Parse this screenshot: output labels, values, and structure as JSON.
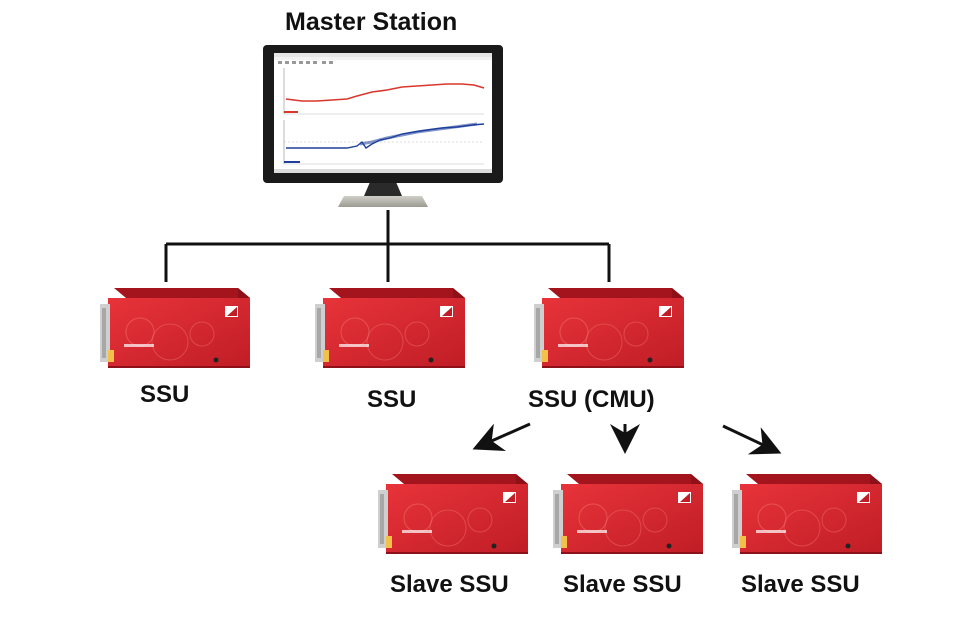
{
  "master": {
    "title": "Master Station"
  },
  "colors": {
    "unit_red": "#d8262f",
    "unit_dark": "#a3141d",
    "line": "#111111",
    "screen_red": "#d9362c",
    "screen_blue": "#1f3f9c"
  },
  "ssu_row": [
    {
      "label": "SSU"
    },
    {
      "label": "SSU"
    },
    {
      "label": "SSU (CMU)"
    }
  ],
  "slave_row": [
    {
      "label": "Slave SSU"
    },
    {
      "label": "Slave SSU"
    },
    {
      "label": "Slave SSU"
    }
  ],
  "icons": [
    "monitor-icon",
    "ssu-device-icon",
    "arrow-icon"
  ]
}
